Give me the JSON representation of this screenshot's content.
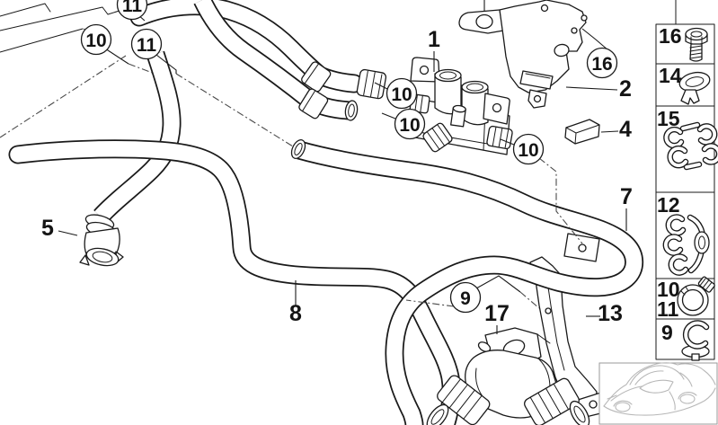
{
  "figure": {
    "type": "oem-parts-line-diagram",
    "background": "#ffffff",
    "line_color": "#1a1a1a",
    "leader_color": "#4a4a4a",
    "inset_color": "#b8b8b8"
  },
  "callouts": {
    "valve": "1",
    "bracket": "2",
    "clip": "4",
    "hose_front": "5",
    "hose_u": "7",
    "hose_main": "8",
    "pump_bracket": "13",
    "pump": "17"
  },
  "clamps": {
    "c11_top": "11",
    "c10_left": "10",
    "c11_left": "11",
    "c10_a": "10",
    "c10_b": "10",
    "c10_c": "10",
    "c16": "16",
    "c9": "9"
  },
  "legend": {
    "items": [
      {
        "label": "16",
        "icon": "hex-bolt-icon"
      },
      {
        "label": "14",
        "icon": "expanding-rivet-icon"
      },
      {
        "label": "15",
        "icon": "multi-hose-clamp-icon"
      },
      {
        "label": "12",
        "icon": "hose-holder-clip-icon"
      },
      {
        "label": "10",
        "label2": "11",
        "icon": "worm-drive-clamp-icon"
      },
      {
        "label": "9",
        "icon": "spring-band-clip-icon"
      }
    ]
  },
  "inset": {
    "icon": "vehicle-outline-icon"
  }
}
